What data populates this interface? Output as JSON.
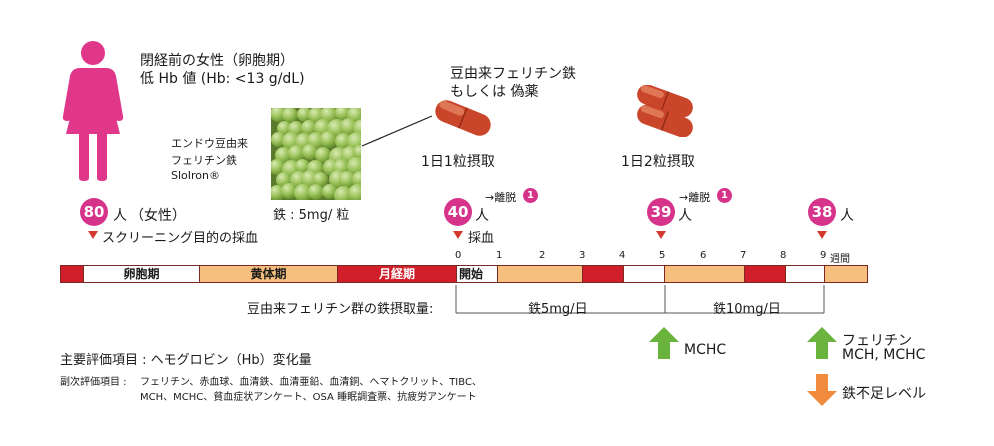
{
  "header": {
    "subject_line1": "閉経前の女性（卵胞期）",
    "subject_line2": "低 Hb 値 (Hb: <13 g/dL)"
  },
  "pea": {
    "label_line1": "エンドウ豆由来",
    "label_line2": "フェリチン鉄",
    "label_line3": "SloIron®",
    "dose": "鉄 : 5mg/ 粒"
  },
  "capsule": {
    "title_line1": "豆由来フェリチン鉄",
    "title_line2": "もしくは 偽薬",
    "dose1": "1日1粒摂取",
    "dose2": "1日2粒摂取"
  },
  "counts": {
    "n80": "80",
    "n40": "40",
    "n39": "39",
    "n38": "38",
    "unit": "人",
    "female": "（女性）",
    "screening": "スクリーニング目的の採血",
    "sampling": "採血",
    "dropout": "→離脱",
    "dropout_n": "1"
  },
  "timeline": {
    "follicular": "卵胞期",
    "luteal": "黄体期",
    "menstrual": "月経期",
    "start": "開始",
    "weeks": [
      "0",
      "1",
      "2",
      "3",
      "4",
      "5",
      "6",
      "7",
      "8",
      "9"
    ],
    "weeks_unit": "週間",
    "intake_label": "豆由来フェリチン群の鉄摂取量:",
    "intake1": "鉄5mg/日",
    "intake2": "鉄10mg/日"
  },
  "evaluation": {
    "primary": "主要評価項目 : ヘモグロビン（Hb）変化量",
    "secondary_label": "副次評価項目 :",
    "secondary_line1": "フェリチン、赤血球、血清鉄、血清亜鉛、血清銅、ヘマトクリット、TIBC、",
    "secondary_line2": "MCH、MCHC、貧血症状アンケート、OSA 睡眠調査票、抗疲労アンケート"
  },
  "results": {
    "wk5_up": "MCHC",
    "wk9_up_line1": "フェリチン",
    "wk9_up_line2": "MCH, MCHC",
    "wk9_down": "鉄不足レベル"
  },
  "colors": {
    "pink": "#d6338a",
    "red": "#d01f2a",
    "orange": "#f7bf7d",
    "green": "#6ab33c",
    "arrow_orange": "#f08a3c",
    "capsule": "#c9462b"
  }
}
